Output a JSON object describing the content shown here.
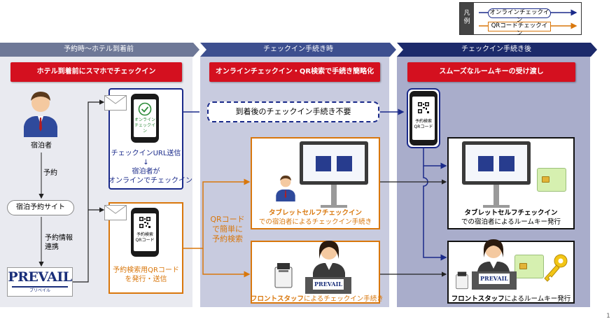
{
  "legend": {
    "title": "凡例",
    "online": "オンラインチェックイン",
    "qr": "QRコードチェックイン",
    "colors": {
      "online": "#1a2a8a",
      "qr": "#d9770c"
    }
  },
  "phases": [
    "予約時～ホテル到着前",
    "チェックイン手続き時",
    "チェックイン手続き後"
  ],
  "headlines": [
    "ホテル到着前にスマホでチェックイン",
    "オンラインチェックイン・QR検索で手続き簡略化",
    "スムーズなルームキーの受け渡し"
  ],
  "guest_label": "宿泊者",
  "reserve_label": "予約",
  "site_label": "宿泊予約サイト",
  "info_label": [
    "予約情報",
    "連携"
  ],
  "prevail": {
    "logo": "PREVAIL",
    "sub": "プリベイル"
  },
  "online_box": {
    "phone_text": [
      "オンライン",
      "チェックイン"
    ],
    "lines": [
      "チェックインURL送信",
      "↓",
      "宿泊者が",
      "オンラインでチェックイン"
    ]
  },
  "qr_box": {
    "phone_text": [
      "予約検索",
      "QRコード"
    ],
    "lines": [
      "予約検索用QRコード",
      "を発行・送信"
    ]
  },
  "no_procedure": "到着後のチェックイン手続き不要",
  "qr_search": [
    "QRコード",
    "で簡単に",
    "予約検索"
  ],
  "tablet_mid": {
    "bold": "タブレットセルフチェックイン",
    "sub": "での宿泊者によるチェックイン手続き"
  },
  "staff_mid": {
    "bold": "フロントスタッフ",
    "rest": "によるチェックイン手続き"
  },
  "tablet_right": {
    "bold": "タブレットセルフチェックイン",
    "sub": "での宿泊者によるルームキー発行"
  },
  "staff_right": {
    "bold": "フロントスタッフ",
    "rest": "によるルームキー発行"
  },
  "right_phone_text": [
    "予約検索",
    "QRコード"
  ],
  "page_number": "1"
}
